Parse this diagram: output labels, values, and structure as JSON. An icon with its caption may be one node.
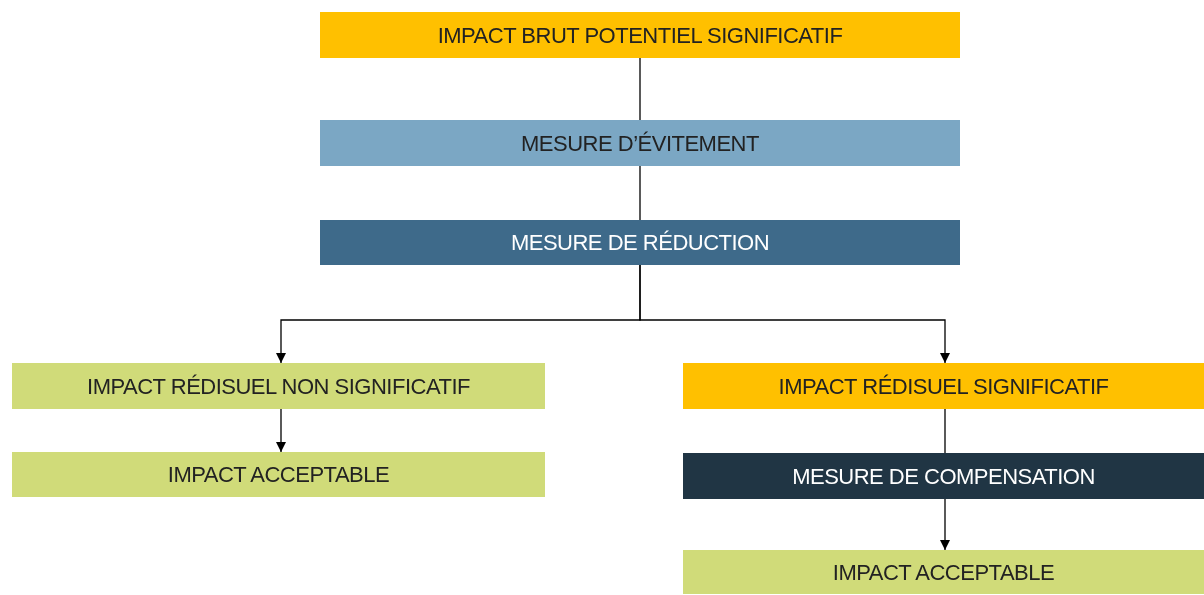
{
  "diagram": {
    "nodes": [
      {
        "text": [
          "IMPACT BRUT POTENTIEL SIGNIFICATIF"
        ]
      },
      {
        "text": [
          "MESURE D’ÉVITEMENT"
        ]
      },
      {
        "text": [
          "MESURE DE RÉDUCTION"
        ]
      },
      {
        "text": [
          "IMPACT RÉDISUEL NON SIGNIFICATIF"
        ]
      },
      {
        "text": [
          "IMPACT ACCEPTABLE"
        ]
      },
      {
        "text": [
          "IMPACT RÉDISUEL SIGNIFICATIF"
        ]
      },
      {
        "text": [
          "MESURE DE COMPENSATION"
        ]
      },
      {
        "text": [
          "IMPACT ACCEPTABLE"
        ]
      }
    ],
    "edges": [
      {
        "from": 0,
        "to": 1,
        "arrow": "none"
      },
      {
        "from": 1,
        "to": 2,
        "arrow": "none"
      },
      {
        "from": 2,
        "to": 3,
        "arrow": "to"
      },
      {
        "from": 2,
        "to": 5,
        "arrow": "to"
      },
      {
        "from": 3,
        "to": 4,
        "arrow": "to"
      },
      {
        "from": 5,
        "to": 6,
        "arrow": "none"
      },
      {
        "from": 6,
        "to": 7,
        "arrow": "to"
      }
    ]
  }
}
